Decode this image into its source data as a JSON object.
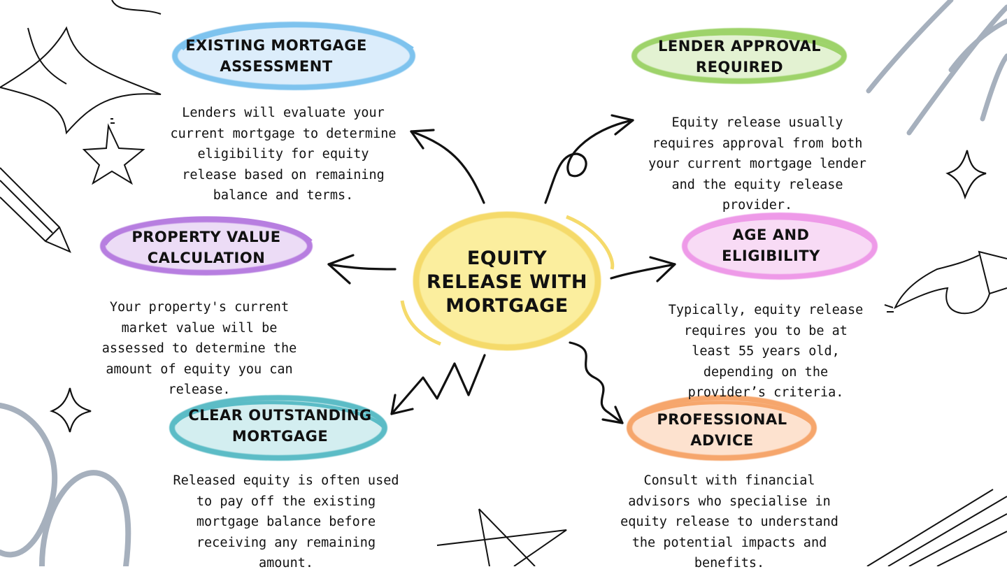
{
  "center": {
    "title": "EQUITY RELEASE WITH MORTGAGE"
  },
  "nodes": [
    {
      "id": "existing-mortgage",
      "title": "EXISTING MORTGAGE ASSESSMENT",
      "description": "Lenders will evaluate your current mortgage to determine eligibility for equity release based on remaining balance and terms.",
      "color": "#7ec3ee"
    },
    {
      "id": "lender-approval",
      "title": "LENDER APPROVAL REQUIRED",
      "description": "Equity release usually requires approval from both your current mortgage lender and the equity release provider.",
      "color": "#9ed36a"
    },
    {
      "id": "property-value",
      "title": "PROPERTY VALUE CALCULATION",
      "description": "Your property's current market value will be assessed to determine the amount of equity you can release.",
      "color": "#b77ee0"
    },
    {
      "id": "age-eligibility",
      "title": "AGE AND ELIGIBILITY",
      "description": "Typically, equity release requires you to be at least 55 years old, depending on the provider’s criteria.",
      "color": "#ee9ae8"
    },
    {
      "id": "clear-mortgage",
      "title": "CLEAR OUTSTANDING MORTGAGE",
      "description": "Released equity is often used to pay off the existing mortgage balance before receiving any remaining amount.",
      "color": "#5bbcc6"
    },
    {
      "id": "professional-advice",
      "title": "PROFESSIONAL ADVICE",
      "description": "Consult with financial advisors who specialise in equity release to understand the potential impacts and benefits.",
      "color": "#f6a66c"
    }
  ],
  "colors": {
    "center": "#f5da6b",
    "ink": "#111111",
    "doodle-grey": "#a6b0bd"
  }
}
